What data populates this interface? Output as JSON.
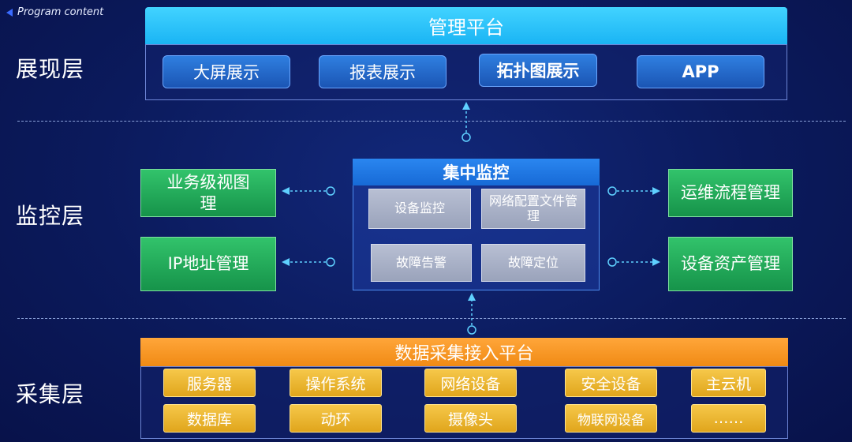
{
  "note": {
    "text": "Program content"
  },
  "layers": {
    "presentation": "展现层",
    "monitoring": "监控层",
    "collection": "采集层"
  },
  "presentation": {
    "header": "管理平台",
    "items": [
      "大屏展示",
      "报表展示",
      "拓扑图展示",
      "APP"
    ]
  },
  "monitoring": {
    "left": [
      "业务级视图理",
      "IP地址管理"
    ],
    "left_lines": [
      [
        "业务级视图",
        "理"
      ],
      [
        "IP地址管理"
      ]
    ],
    "center_header": "集中监控",
    "center_cells": [
      [
        "设备监控"
      ],
      [
        "网络配置文件管",
        "理"
      ],
      [
        "故障告警"
      ],
      [
        "故障定位"
      ]
    ],
    "right": [
      "运维流程管理",
      "设备资产管理"
    ]
  },
  "collection": {
    "header": "数据采集接入平台",
    "row1": [
      "服务器",
      "操作系统",
      "网络设备",
      "安全设备",
      "主云机"
    ],
    "row2": [
      "数据库",
      "动环",
      "摄像头",
      "物联网设备",
      "……"
    ]
  },
  "colors": {
    "background": "#0b1a5c",
    "presentation_header": "#1ab4f4",
    "button_blue": "#1b55b4",
    "module_green": "#16934a",
    "center_blue": "#176ad6",
    "cell_gray": "#9aa3bb",
    "collection_header": "#f08a14",
    "button_gold": "#e0a51c"
  }
}
